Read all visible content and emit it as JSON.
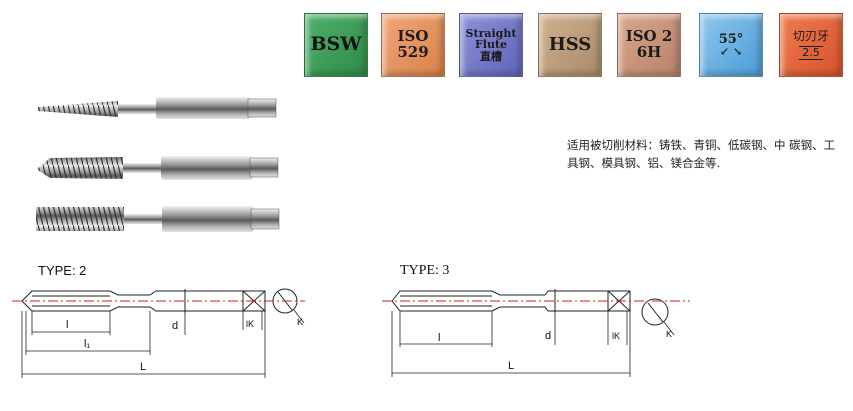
{
  "badges": {
    "bsw": {
      "line1": "BSW",
      "color": "#3f9e5a"
    },
    "iso529": {
      "line1": "ISO",
      "line2": "529",
      "color": "#e69462"
    },
    "straight_flute": {
      "line1": "Straight",
      "line2": "Flute",
      "line3": "直槽",
      "color": "#767bc9"
    },
    "hss": {
      "line1": "HSS",
      "color": "#bd9e7c"
    },
    "iso2_6h": {
      "line1": "ISO 2",
      "line2": "6H",
      "color": "#c7947a"
    },
    "thread_angle": {
      "line1": "55°",
      "color": "#6cb3e4"
    },
    "cutting_thread": {
      "line1": "切刃牙",
      "line2": "2.5",
      "color": "#e4673d"
    }
  },
  "materials_text": "适用被切削材料：铸铁、青铜、低碳钢、中 碳钢、工具钢、模具钢、铝、镁合金等.",
  "type2": {
    "label": "TYPE: 2",
    "dims": {
      "l": "l",
      "l1": "l₁",
      "L": "L",
      "d": "d",
      "lk": "lK",
      "k": "K"
    }
  },
  "type3": {
    "label": "TYPE: 3",
    "dims": {
      "l": "l",
      "L": "L",
      "d": "d",
      "lk": "lK",
      "k": "K"
    }
  }
}
